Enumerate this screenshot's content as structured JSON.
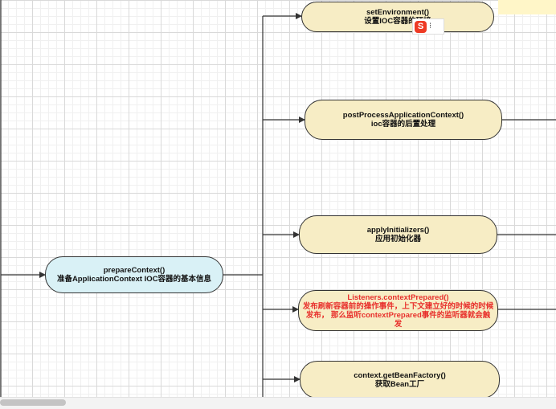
{
  "nodes": [
    {
      "id": "set-environment",
      "method": "setEnvironment()",
      "desc": "设置IOC容器的环境"
    },
    {
      "id": "post-process",
      "method": "postProcessApplicationContext()",
      "desc": "ioc容器的后置处理"
    },
    {
      "id": "apply-initializers",
      "method": "applyInitializers()",
      "desc": "应用初始化器"
    },
    {
      "id": "listeners-context-prepared",
      "method": "Listeners.contextPrepared()",
      "desc": "发布刷新容器前的操作事件，上下文建立好的时候的时候发布， 那么监听contextPrepared事件的监听器就会触发"
    },
    {
      "id": "get-bean-factory",
      "method": "context.getBeanFactory()",
      "desc": "获取Bean工厂"
    },
    {
      "id": "prepare-context",
      "method": "prepareContext()",
      "desc": "准备ApplicationContext IOC容器的基本信息"
    }
  ],
  "colors": {
    "node_fill": "#f7edc5",
    "root_fill": "#d9f1f6",
    "highlight_text": "#e8302c",
    "line": "#333333"
  },
  "ime_icon": "sogou-input-icon"
}
